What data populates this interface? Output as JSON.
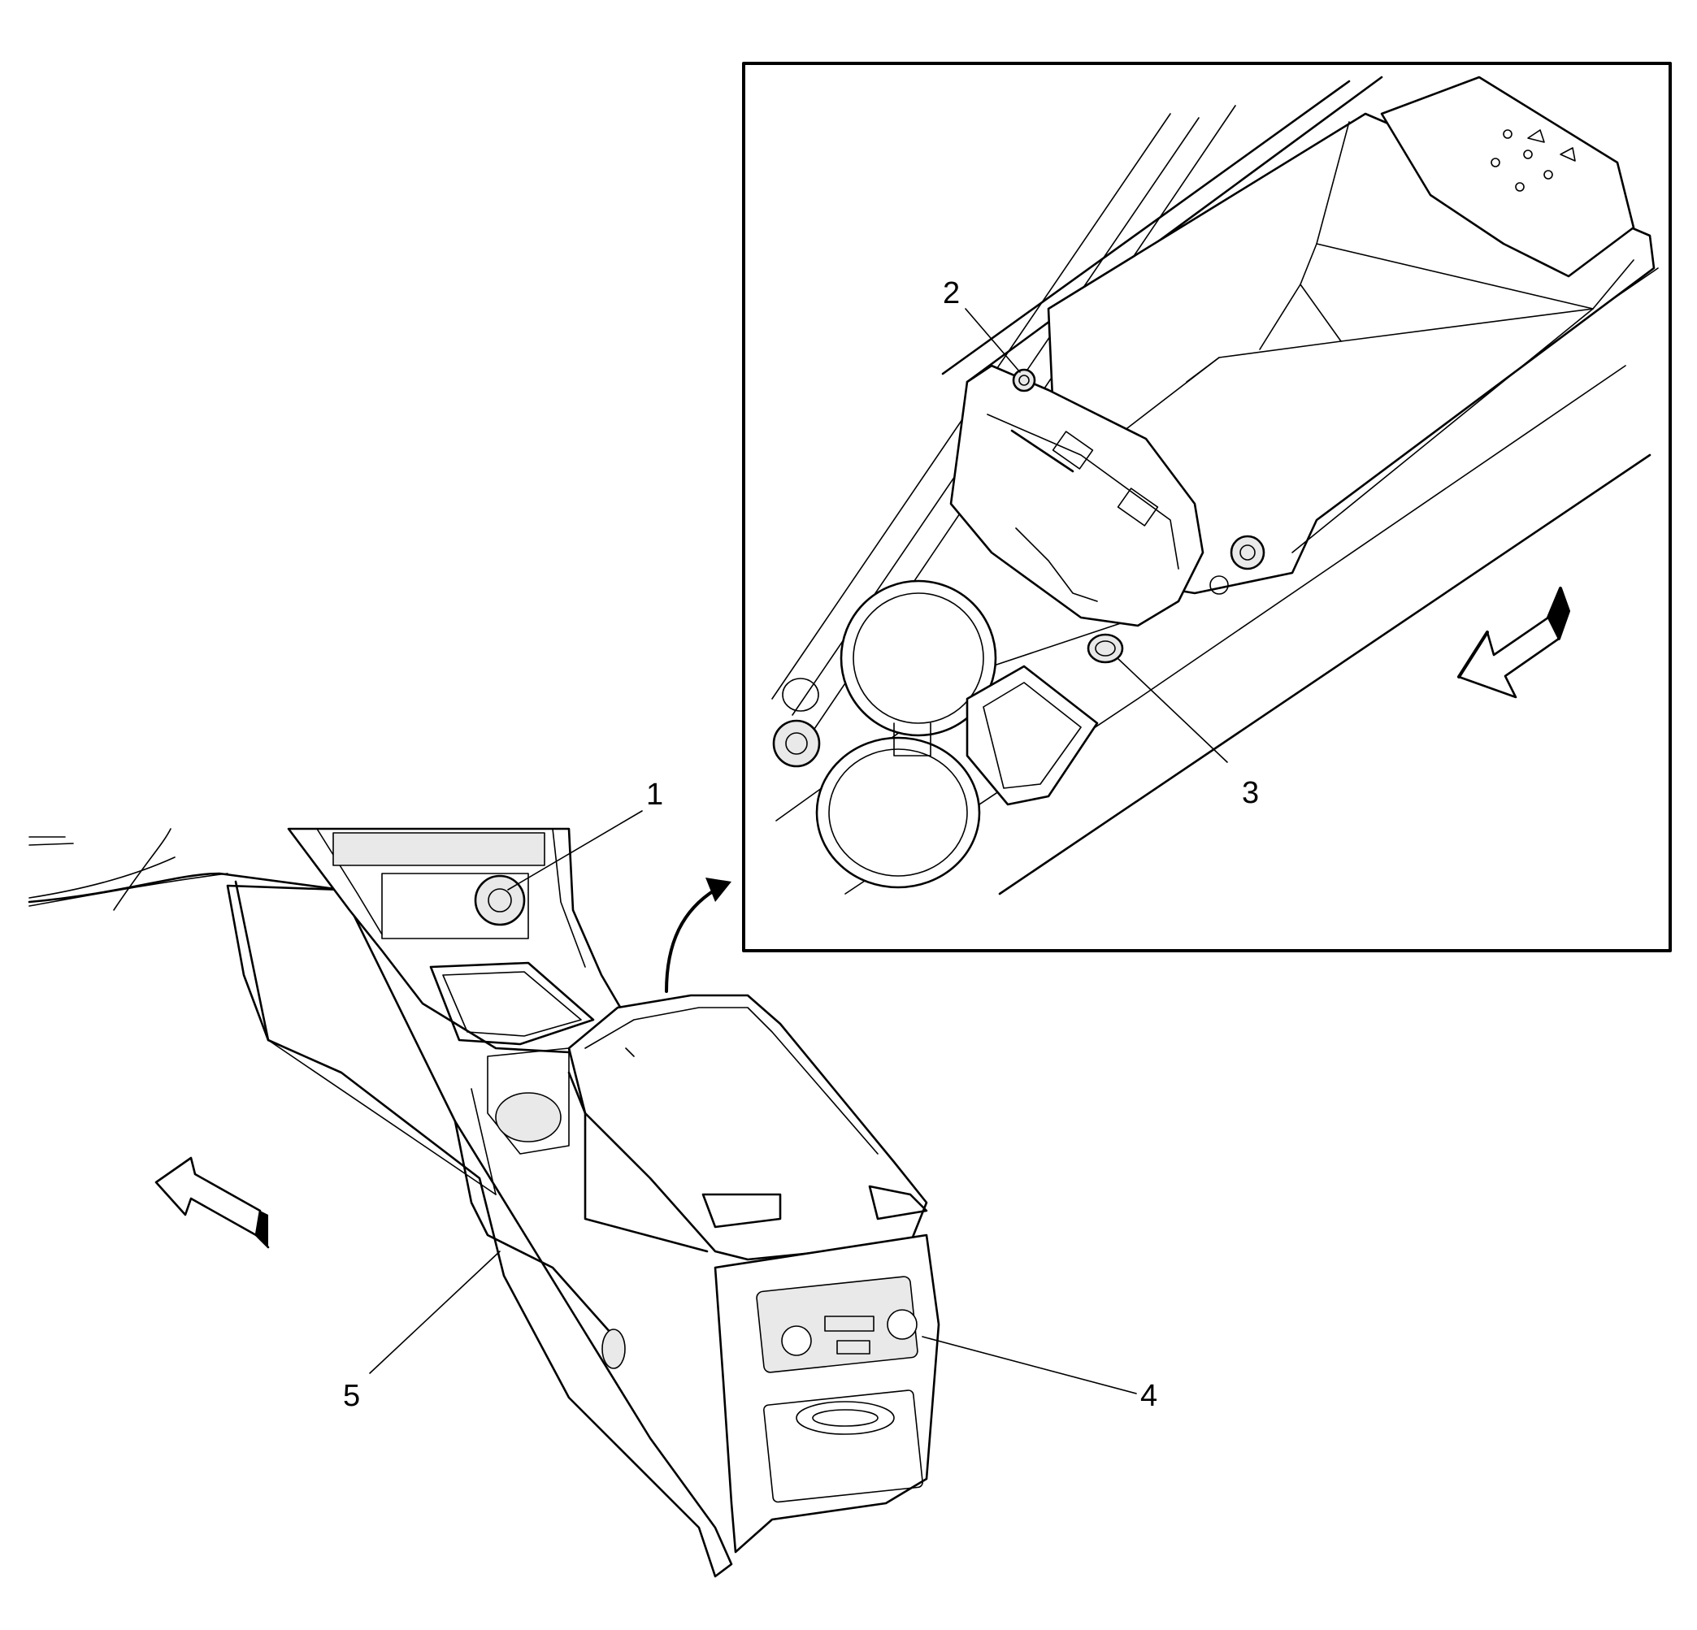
{
  "diagram": {
    "callouts": [
      {
        "id": "1",
        "label": "1"
      },
      {
        "id": "2",
        "label": "2"
      },
      {
        "id": "3",
        "label": "3"
      },
      {
        "id": "4",
        "label": "4"
      },
      {
        "id": "5",
        "label": "5"
      }
    ],
    "icons": {
      "front_arrow_main": "front-direction-arrow",
      "front_arrow_inset": "front-direction-arrow",
      "zoom_arrow": "curved-arrow"
    }
  }
}
